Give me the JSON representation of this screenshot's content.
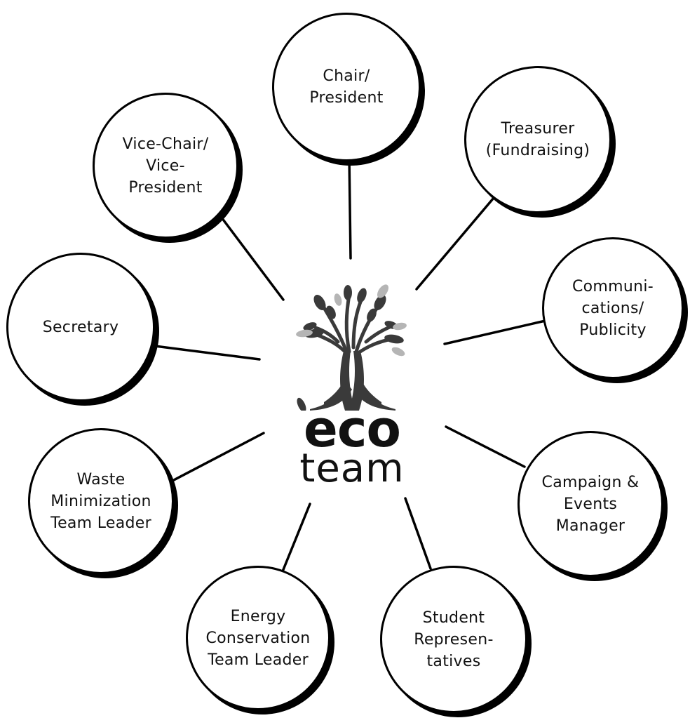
{
  "logo": {
    "line1": "eco",
    "line2": "team",
    "icon": "tree-icon"
  },
  "roles": [
    {
      "id": "chair",
      "label": "Chair/\nPresident"
    },
    {
      "id": "treasurer",
      "label": "Treasurer\n(Fundraising)"
    },
    {
      "id": "communications",
      "label": "Communi-\ncations/\nPublicity"
    },
    {
      "id": "campaign",
      "label": "Campaign &\nEvents\nManager"
    },
    {
      "id": "student-reps",
      "label": "Student\nRepresen-\ntatives"
    },
    {
      "id": "energy",
      "label": "Energy\nConservation\nTeam Leader"
    },
    {
      "id": "waste",
      "label": "Waste\nMinimization\nTeam Leader"
    },
    {
      "id": "secretary",
      "label": "Secretary"
    },
    {
      "id": "vice-chair",
      "label": "Vice-Chair/\nVice-\nPresident"
    }
  ],
  "colors": {
    "outline": "#000000",
    "text": "#111111",
    "tree_dark": "#3a3a3a",
    "leaf_light": "#b5b5b5"
  }
}
